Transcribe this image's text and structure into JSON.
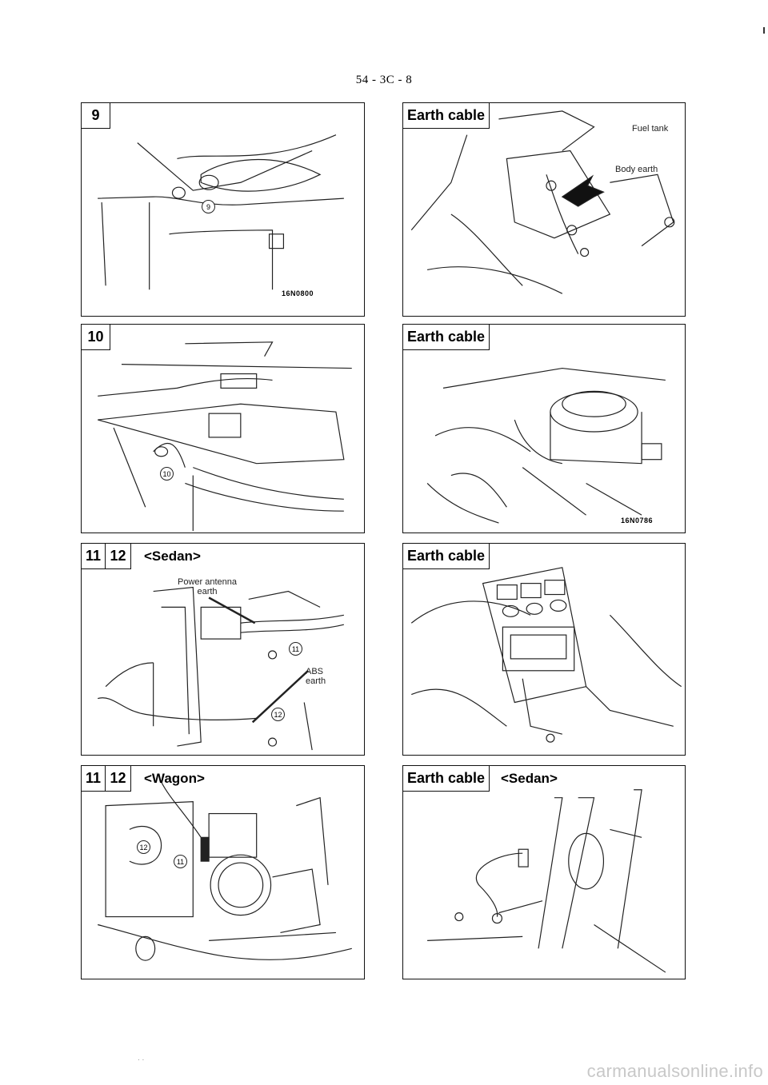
{
  "page": {
    "number": "54 - 3C - 8"
  },
  "panels": {
    "p9": {
      "tag": "9",
      "code": "16N0800",
      "callout": "9"
    },
    "p10": {
      "tag": "10",
      "callout": "10"
    },
    "p11s": {
      "tag1": "11",
      "tag2": "12",
      "title": "<Sedan>",
      "label_power": "Power antenna\nearth",
      "label_abs": "ABS\nearth",
      "callout1": "11",
      "callout2": "12"
    },
    "p11w": {
      "tag1": "11",
      "tag2": "12",
      "title": "<Wagon>",
      "callout1": "12",
      "callout2": "11"
    },
    "e1": {
      "tag": "Earth cable",
      "label_fuel": "Fuel tank",
      "label_body": "Body earth"
    },
    "e2": {
      "tag": "Earth cable",
      "code": "16N0786"
    },
    "e3": {
      "tag": "Earth cable"
    },
    "e4": {
      "tag": "Earth cable",
      "title": "<Sedan>"
    }
  },
  "footer": {
    "watermark": "carmanualsonline.info",
    "dots": ". ."
  }
}
